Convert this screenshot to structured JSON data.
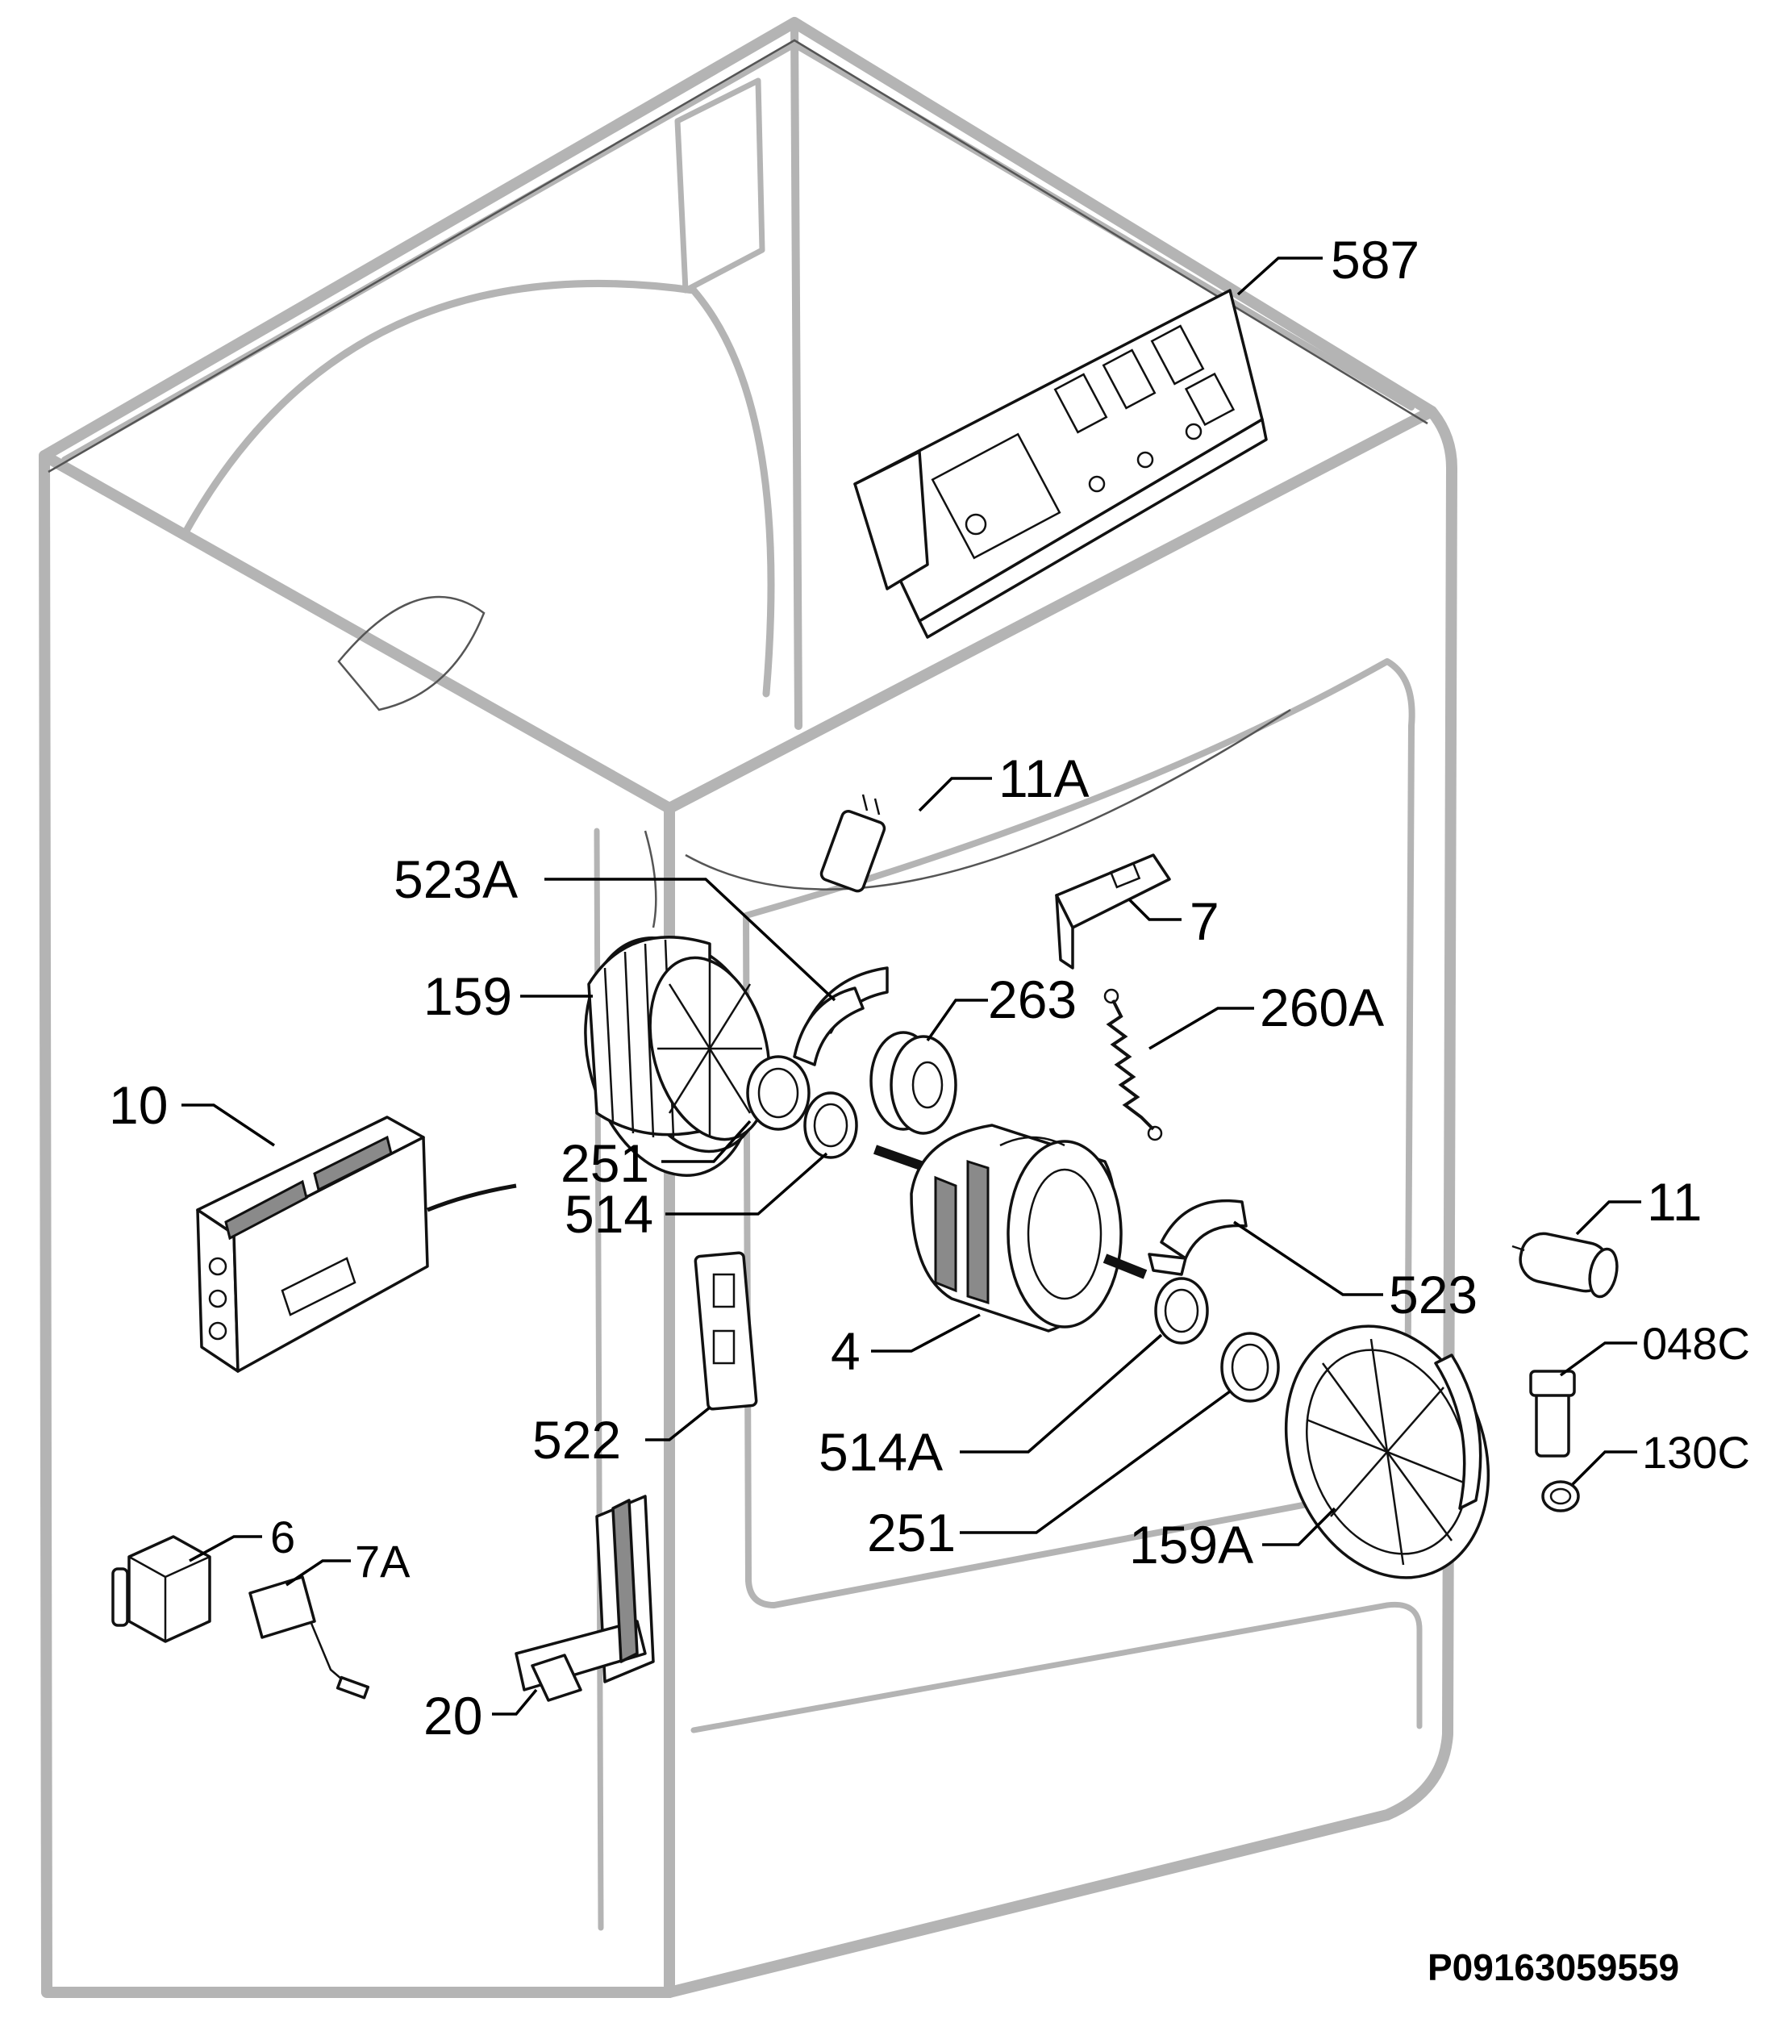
{
  "diagram": {
    "code": "P09163059559",
    "callouts": {
      "c587": "587",
      "c11A": "11A",
      "c7": "7",
      "c523A": "523A",
      "c159": "159",
      "c263": "263",
      "c260A": "260A",
      "c10": "10",
      "c251a": "251",
      "c514": "514",
      "c11": "11",
      "c523": "523",
      "c048C": "048C",
      "c4": "4",
      "c514A": "514A",
      "c522": "522",
      "c130C": "130C",
      "c251b": "251",
      "c159A": "159A",
      "c6": "6",
      "c7A": "7A",
      "c20": "20"
    }
  }
}
